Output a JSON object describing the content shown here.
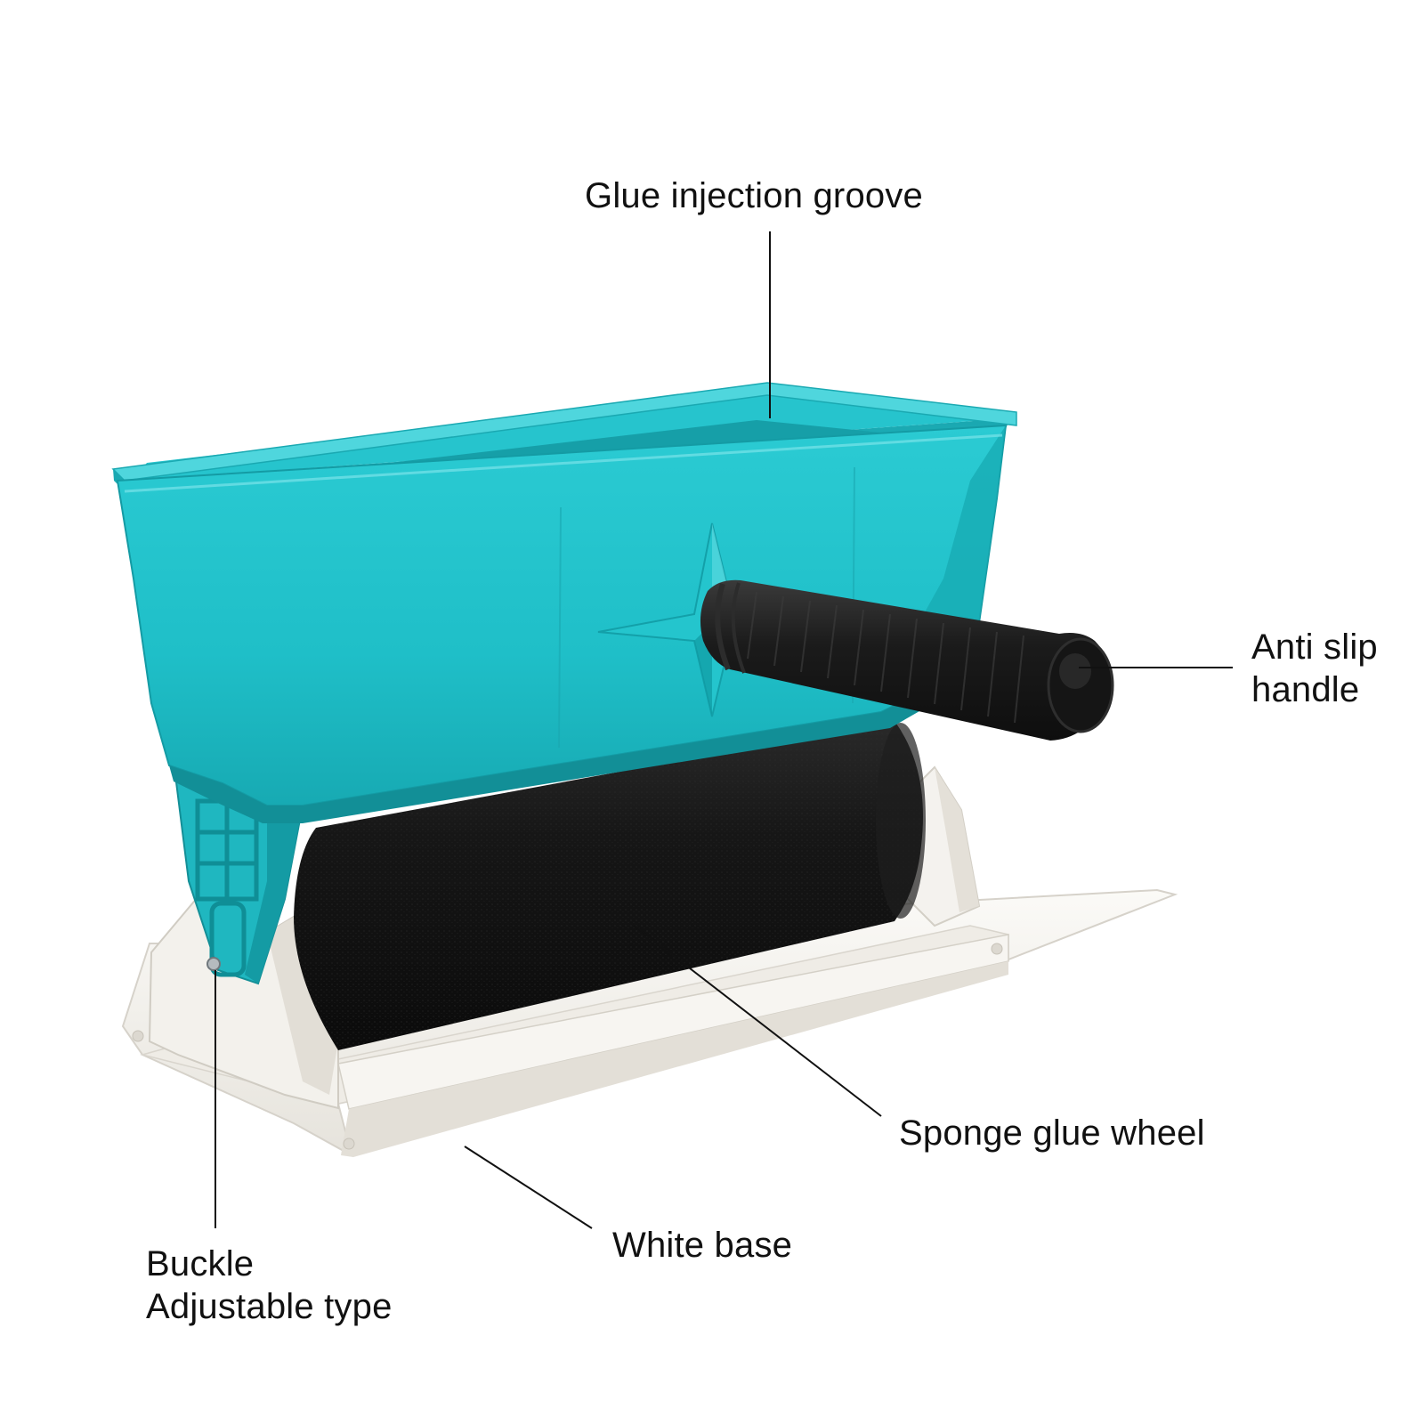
{
  "labels": {
    "glue_groove": "Glue injection groove",
    "handle_line1": "Anti slip",
    "handle_line2": "handle",
    "sponge_wheel": "Sponge glue wheel",
    "white_base": "White base",
    "buckle_line1": "Buckle",
    "buckle_line2": "Adjustable type"
  },
  "colors": {
    "tray": "#22c3cc",
    "tray_shadow": "#119aa3",
    "tray_highlight": "#5fdbe2",
    "handle": "#1b1b1b",
    "sponge": "#141414",
    "base": "#f4f2ee",
    "base_shadow": "#d9d6cf",
    "leader_line": "#111111"
  }
}
